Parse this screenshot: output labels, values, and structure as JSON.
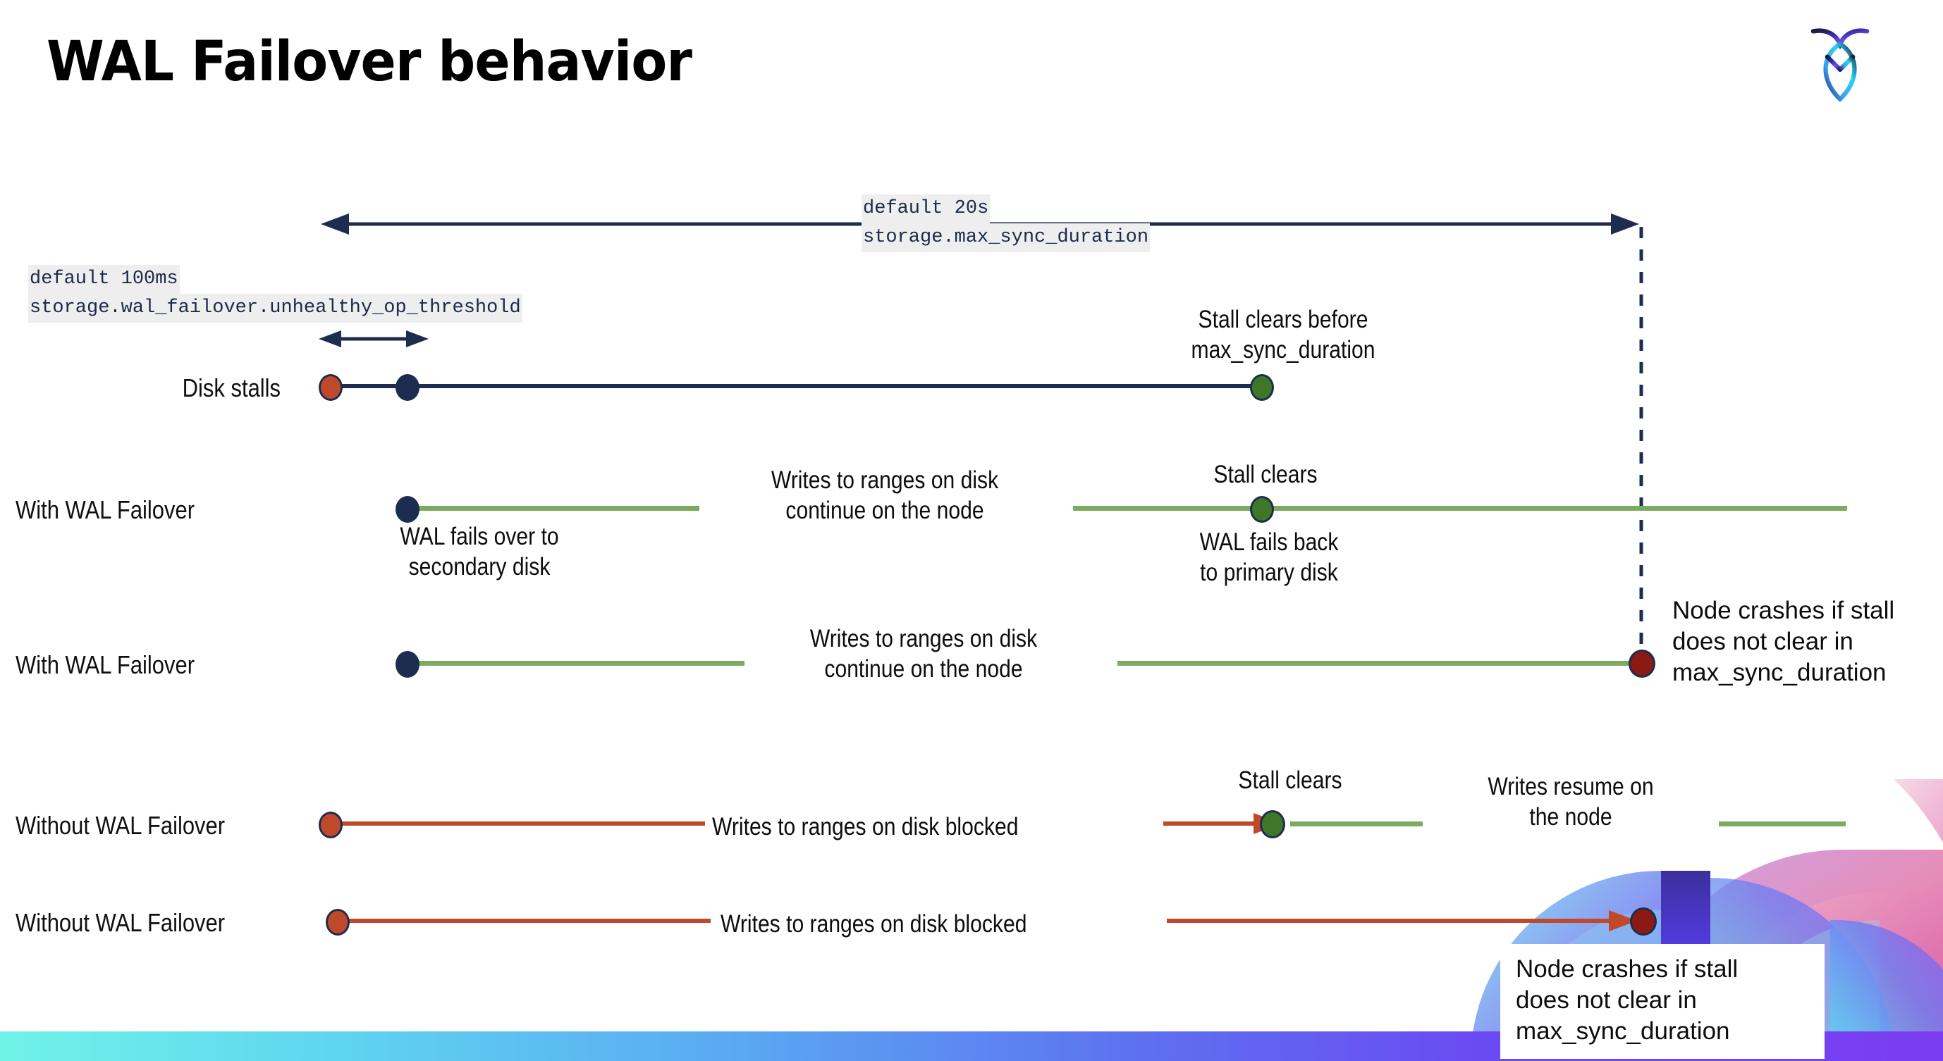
{
  "slide": {
    "title": "WAL Failover behavior",
    "logo_name": "cockroachdb-logo"
  },
  "callouts": {
    "max_sync": {
      "default": "default 20s",
      "setting": "storage.max_sync_duration"
    },
    "unhealthy": {
      "default": "default 100ms",
      "setting": "storage.wal_failover.unhealthy_op_threshold"
    }
  },
  "rows": [
    {
      "label": "Disk stalls"
    },
    {
      "label": "With WAL Failover"
    },
    {
      "label": "With WAL Failover"
    },
    {
      "label": "Without WAL Failover"
    },
    {
      "label": "Without WAL Failover"
    }
  ],
  "annotations": {
    "stall_clears_before": "Stall clears before\nmax_sync_duration",
    "wal_fails_over": "WAL fails over to\nsecondary disk",
    "writes_continue_1": "Writes to ranges on disk\ncontinue on the node",
    "stall_clears_2": "Stall clears",
    "wal_fails_back": "WAL fails  back\nto primary disk",
    "writes_continue_2": "Writes to ranges on disk\ncontinue on the node",
    "node_crashes_1": "Node crashes if stall\ndoes not clear in\nmax_sync_duration",
    "writes_blocked_1": "Writes to ranges on disk  blocked",
    "stall_clears_3": "Stall clears",
    "writes_resume": "Writes resume on\nthe node",
    "writes_blocked_2": "Writes to ranges on disk  blocked",
    "node_crashes_2": "Node crashes if stall\ndoes not clear in\nmax_sync_duration"
  },
  "colors": {
    "navy": "#1d2d50",
    "green_line": "#7aab5e",
    "green_node": "#3f7729",
    "orange": "#c0482b",
    "dark_red": "#8b1a14",
    "code_bg": "#eeeeee"
  }
}
